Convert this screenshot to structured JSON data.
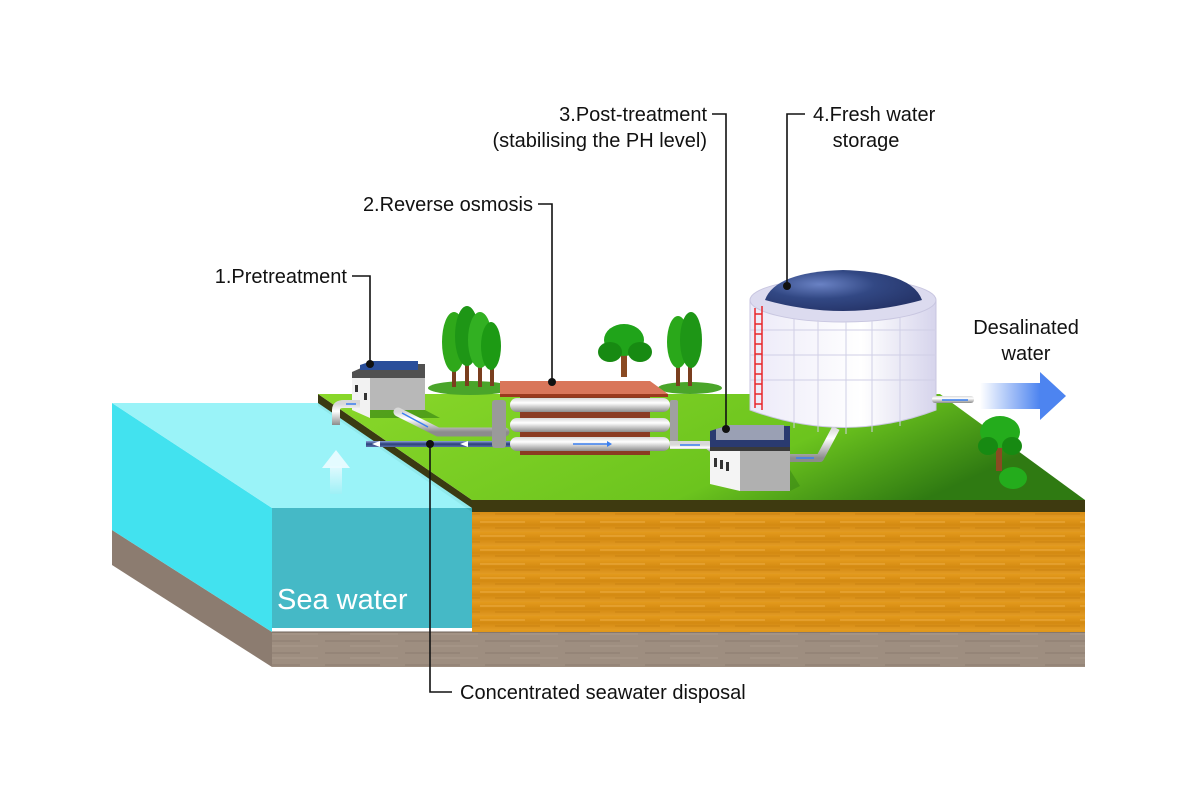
{
  "diagram": {
    "title": "Seawater desalination plant process",
    "labels": {
      "pretreatment": "1.Pretreatment",
      "reverse_osmosis": "2.Reverse osmosis",
      "post_treatment_line1": "3.Post-treatment",
      "post_treatment_line2": "(stabilising the PH level)",
      "storage_line1": "4.Fresh water",
      "storage_line2": "storage",
      "output_line1": "Desalinated",
      "output_line2": "water",
      "disposal": "Concentrated seawater disposal",
      "sea": "Sea water"
    },
    "steps": [
      {
        "number": 1,
        "name": "Pretreatment"
      },
      {
        "number": 2,
        "name": "Reverse osmosis"
      },
      {
        "number": 3,
        "name": "Post-treatment",
        "note": "stabilising the PH level"
      },
      {
        "number": 4,
        "name": "Fresh water storage"
      }
    ],
    "colors": {
      "sea": "#3fe0f0",
      "grass": "#7ed321",
      "grass_dark": "#2e7d10",
      "soil": "#d98c10",
      "bedrock": "#9a8a7c",
      "tank_dome": "#2e3f75",
      "membrane_cover": "#d9765a",
      "flow_arrow": "#3a7ff0"
    }
  }
}
